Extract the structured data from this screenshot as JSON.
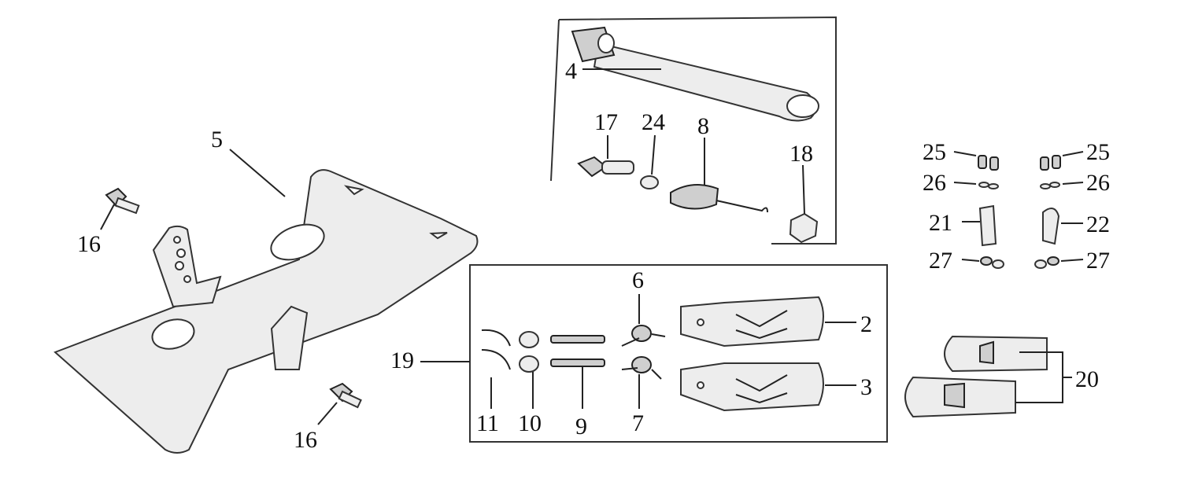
{
  "diagram": {
    "callouts": [
      {
        "id": "c2",
        "text": "2"
      },
      {
        "id": "c3",
        "text": "3"
      },
      {
        "id": "c4",
        "text": "4"
      },
      {
        "id": "c5",
        "text": "5"
      },
      {
        "id": "c6",
        "text": "6"
      },
      {
        "id": "c7",
        "text": "7"
      },
      {
        "id": "c8",
        "text": "8"
      },
      {
        "id": "c9",
        "text": "9"
      },
      {
        "id": "c10",
        "text": "10"
      },
      {
        "id": "c11",
        "text": "11"
      },
      {
        "id": "c16a",
        "text": "16"
      },
      {
        "id": "c16b",
        "text": "16"
      },
      {
        "id": "c17",
        "text": "17"
      },
      {
        "id": "c18",
        "text": "18"
      },
      {
        "id": "c19",
        "text": "19"
      },
      {
        "id": "c20",
        "text": "20"
      },
      {
        "id": "c21",
        "text": "21"
      },
      {
        "id": "c22",
        "text": "22"
      },
      {
        "id": "c24",
        "text": "24"
      },
      {
        "id": "c25a",
        "text": "25"
      },
      {
        "id": "c25b",
        "text": "25"
      },
      {
        "id": "c26a",
        "text": "26"
      },
      {
        "id": "c26b",
        "text": "26"
      },
      {
        "id": "c27a",
        "text": "27"
      },
      {
        "id": "c27b",
        "text": "27"
      }
    ]
  }
}
